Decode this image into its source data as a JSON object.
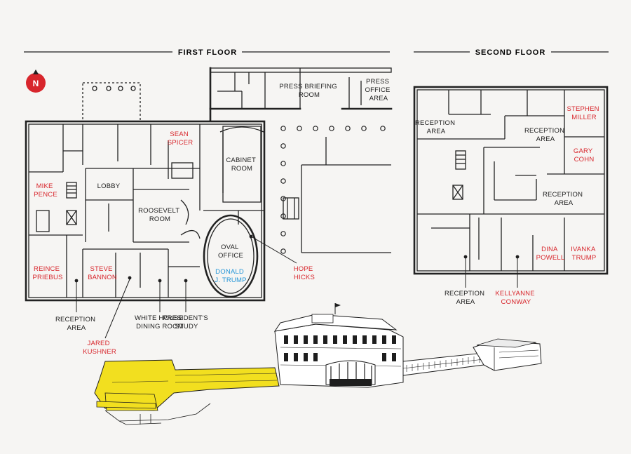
{
  "colors": {
    "background": "#f6f5f3",
    "ink": "#1e1e1e",
    "staff": "#d8262c",
    "president": "#2596d8",
    "highlight": "#f2df1f"
  },
  "headers": {
    "first_floor": "FIRST FLOOR",
    "second_floor": "SECOND FLOOR"
  },
  "compass": {
    "letter": "N",
    "icon": "north-arrow-icon"
  },
  "first_floor": {
    "rooms": {
      "press_briefing": [
        "PRESS BRIEFING",
        "ROOM"
      ],
      "press_office": [
        "PRESS",
        "OFFICE",
        "AREA"
      ],
      "cabinet": [
        "CABINET",
        "ROOM"
      ],
      "lobby": [
        "LOBBY"
      ],
      "roosevelt": [
        "ROOSEVELT",
        "ROOM"
      ],
      "oval": [
        "OVAL",
        "OFFICE"
      ]
    },
    "people": {
      "sean_spicer": [
        "SEAN",
        "SPICER"
      ],
      "mike_pence": [
        "MIKE",
        "PENCE"
      ],
      "reince_priebus": [
        "REINCE",
        "PRIEBUS"
      ],
      "steve_bannon": [
        "STEVE",
        "BANNON"
      ],
      "donald_trump": [
        "DONALD",
        "J. TRUMP"
      ],
      "hope_hicks": [
        "HOPE",
        "HICKS"
      ],
      "jared_kushner": [
        "JARED",
        "KUSHNER"
      ]
    },
    "callouts": {
      "reception": [
        "RECEPTION",
        "AREA"
      ],
      "dining": [
        "WHITE HOUSE",
        "DINING ROOM"
      ],
      "study": [
        "PRESIDENT'S",
        "STUDY"
      ]
    }
  },
  "second_floor": {
    "rooms": {
      "reception_left": [
        "RECEPTION",
        "AREA"
      ],
      "reception_mid": [
        "RECEPTION",
        "AREA"
      ],
      "reception_center": [
        "RECEPTION",
        "AREA"
      ]
    },
    "people": {
      "stephen_miller": [
        "STEPHEN",
        "MILLER"
      ],
      "gary_cohn": [
        "GARY",
        "COHN"
      ],
      "dina_powell": [
        "DINA",
        "POWELL"
      ],
      "ivanka_trump": [
        "IVANKA",
        "TRUMP"
      ],
      "kellyanne_conway": [
        "KELLYANNE",
        "CONWAY"
      ]
    },
    "callouts": {
      "reception_below": [
        "RECEPTION",
        "AREA"
      ]
    }
  }
}
